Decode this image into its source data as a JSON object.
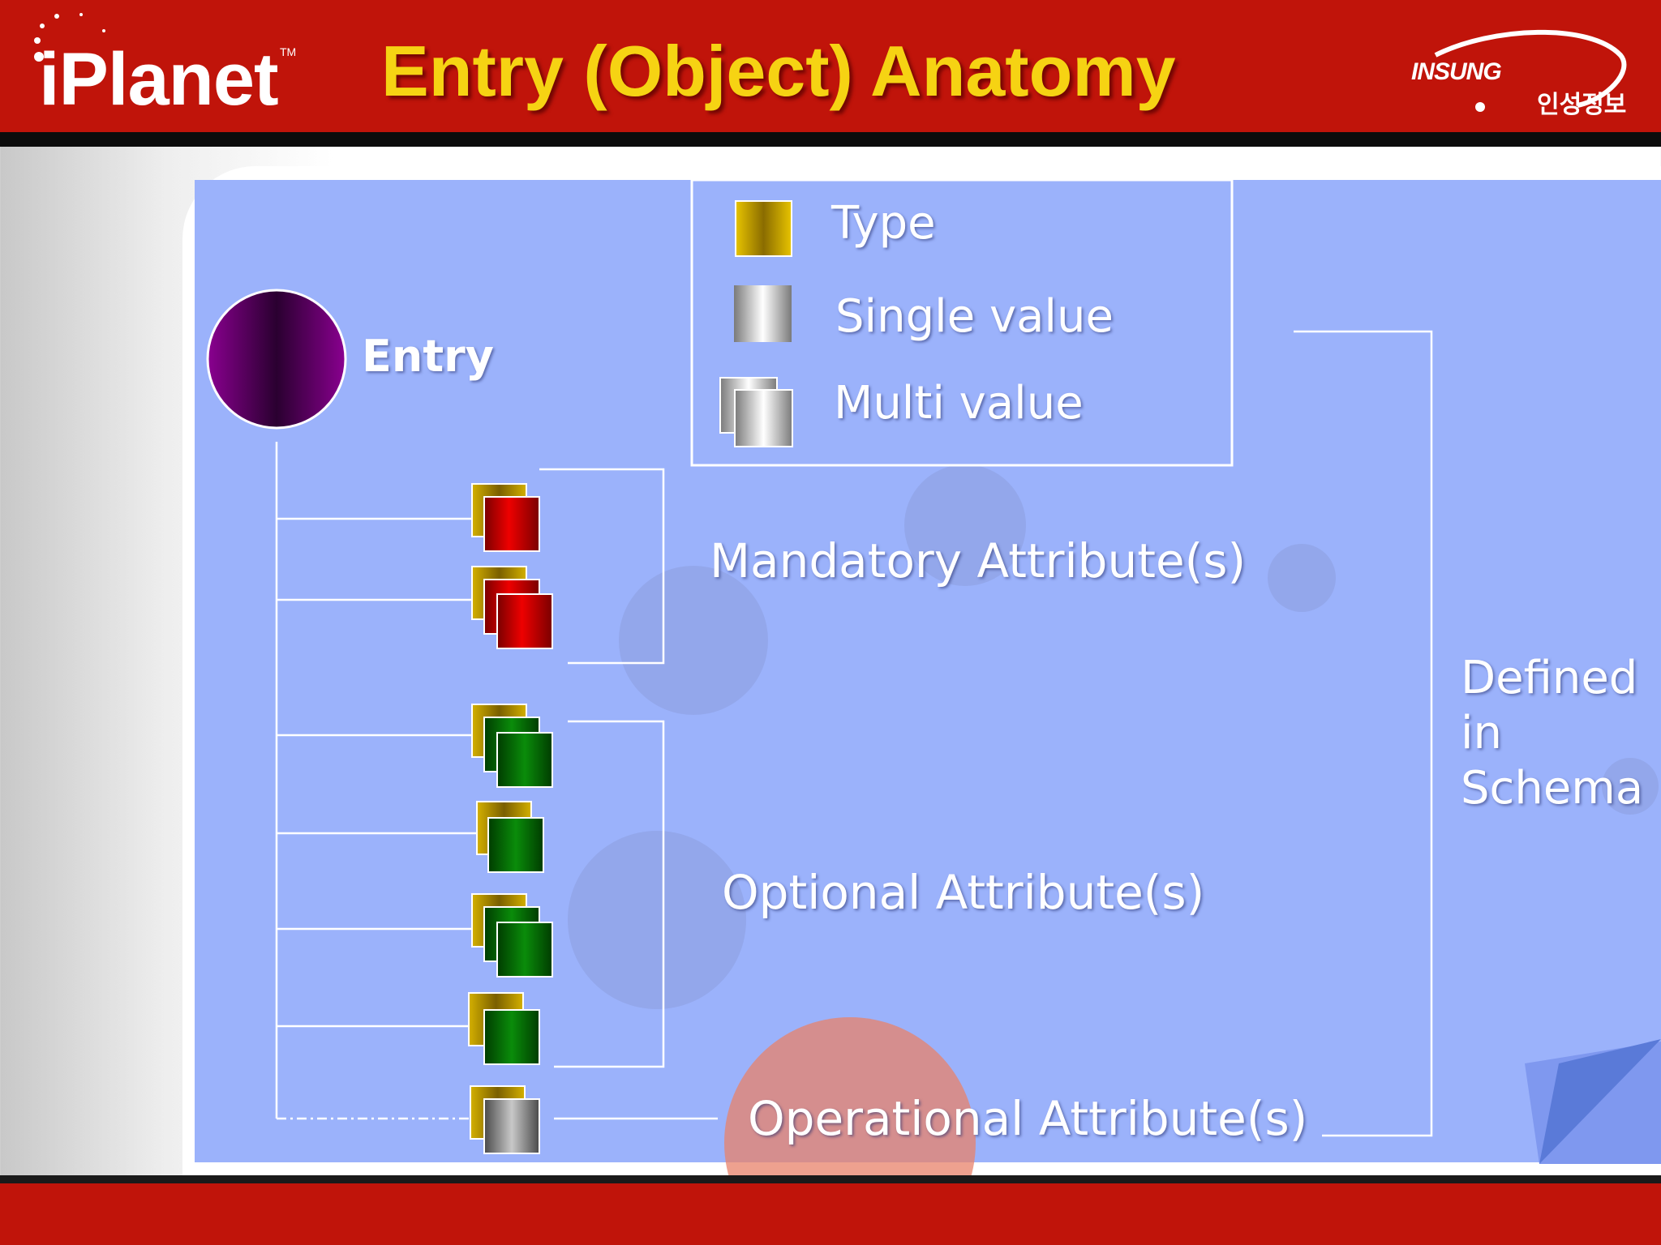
{
  "header": {
    "logo_text": "iPlanet",
    "logo_tm": "TM",
    "title": "Entry (Object) Anatomy",
    "brand_en": "INSUNG",
    "brand_ko": "인성정보"
  },
  "diagram": {
    "entry_label": "Entry",
    "legend": {
      "type_label": "Type",
      "single_label": "Single value",
      "multi_label": "Multi value"
    },
    "groups": {
      "mandatory_label": "Mandatory Attribute(s)",
      "optional_label": "Optional Attribute(s)",
      "operational_label": "Operational Attribute(s)",
      "schema_label_lines": [
        "Defined",
        "in",
        "Schema"
      ]
    },
    "attributes": [
      {
        "group": "mandatory",
        "kind": "single",
        "color": "red"
      },
      {
        "group": "mandatory",
        "kind": "multi",
        "color": "red"
      },
      {
        "group": "optional",
        "kind": "multi",
        "color": "green"
      },
      {
        "group": "optional",
        "kind": "single",
        "color": "green"
      },
      {
        "group": "optional",
        "kind": "multi",
        "color": "green"
      },
      {
        "group": "optional",
        "kind": "single",
        "color": "green"
      },
      {
        "group": "operational",
        "kind": "single",
        "color": "gray"
      }
    ]
  },
  "colors": {
    "header_red": "#c0140a",
    "title_yellow": "#f6d313",
    "panel_blue": "#9bb2fb",
    "entry_purple": "#5a0060"
  }
}
